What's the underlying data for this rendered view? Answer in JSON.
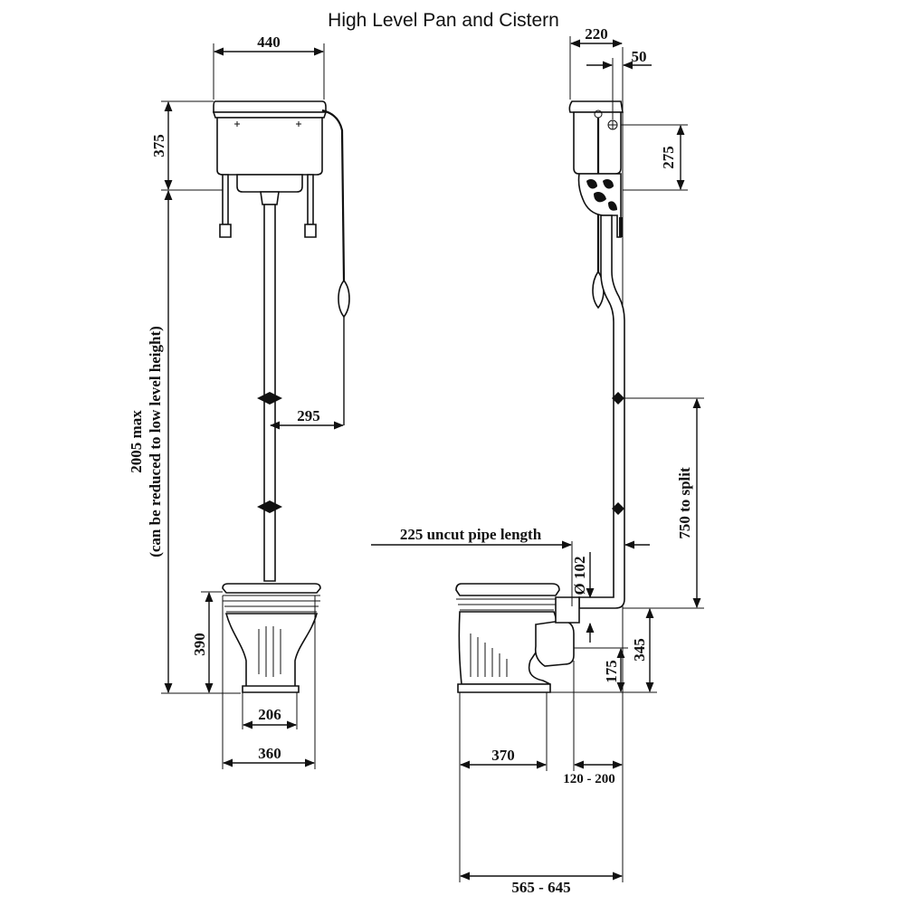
{
  "title": "High Level Pan and Cistern",
  "front_view": {
    "cistern_width": "440",
    "cistern_height": "375",
    "overall_height": "2005 max",
    "overall_height_note": "(can be reduced to low level height)",
    "chain_offset": "295",
    "pan_height": "390",
    "pedestal_base_width": "206",
    "pan_width": "360"
  },
  "side_view": {
    "cistern_depth": "220",
    "wall_gap": "50",
    "cistern_body_height": "275",
    "pipe_to_split": "750 to split",
    "uncut_pipe": "225 uncut pipe length",
    "outlet_diameter": "Ø 102",
    "outlet_height_top": "345",
    "outlet_height_centre": "175",
    "pan_depth": "370",
    "outlet_range": "120 - 200",
    "overall_projection": "565 - 645"
  }
}
